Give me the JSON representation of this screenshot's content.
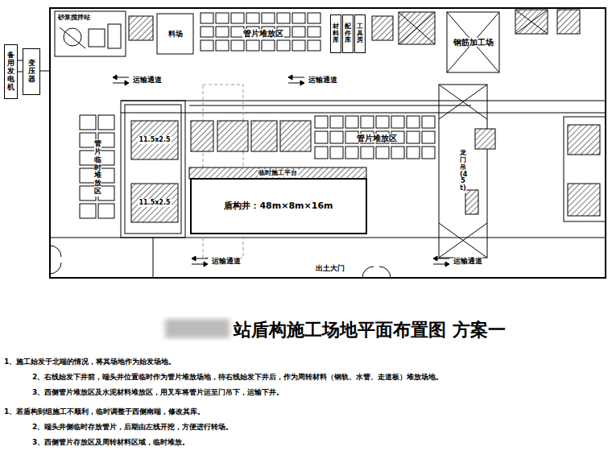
{
  "diagram": {
    "title": "站盾构施工场地平面布置图 方案一",
    "nodes": [
      {
        "text": [
          "备用发电机"
        ]
      },
      {
        "text": [
          "变压器"
        ]
      },
      {
        "text": [
          "料场"
        ]
      },
      {
        "text": [
          "管片堆放区"
        ]
      },
      {
        "text": [
          "材料库"
        ]
      },
      {
        "text": [
          "配件库"
        ]
      },
      {
        "text": [
          "工具房"
        ]
      },
      {
        "text": [
          "钢筋加工场"
        ]
      },
      {
        "text": [
          "管片临时堆放区"
        ]
      },
      {
        "text": [
          "11.5x2.5"
        ]
      },
      {
        "text": [
          "11.5x2.5"
        ]
      },
      {
        "text": [
          "管片堆放区"
        ]
      },
      {
        "text": [
          "临时施工平台"
        ]
      },
      {
        "text": [
          "盾构井：48m×8m×16m"
        ]
      },
      {
        "text": [
          "龙门吊(45t)"
        ]
      }
    ],
    "edges": [
      {
        "from": 0,
        "to": 1,
        "arrow": "none"
      }
    ],
    "labels": [
      "砂浆搅拌站",
      "运输通道",
      "运输通道",
      "运输通道",
      "运输通道",
      "出土大门",
      "1、施工始发于北端的情况，将其场地作为始发场地。",
      "2、右线始发下井前，端头井位置临时作为管片堆放场地，待右线始发下井后，作为周转材料（钢轨、水管、走道板）堆放场地。",
      "3、西侧管片堆放区及水泥材料堆放区，用叉车将管片运至门吊下，运输下井。",
      "1、若盾构到组施工不顺利，临时调整于西侧南端，修改其库。",
      "2、端头井侧临时存放管片，后期由左线开挖，方便进行转场。",
      "3、西侧管片存放区及周转材料区域，临时堆放。"
    ]
  }
}
